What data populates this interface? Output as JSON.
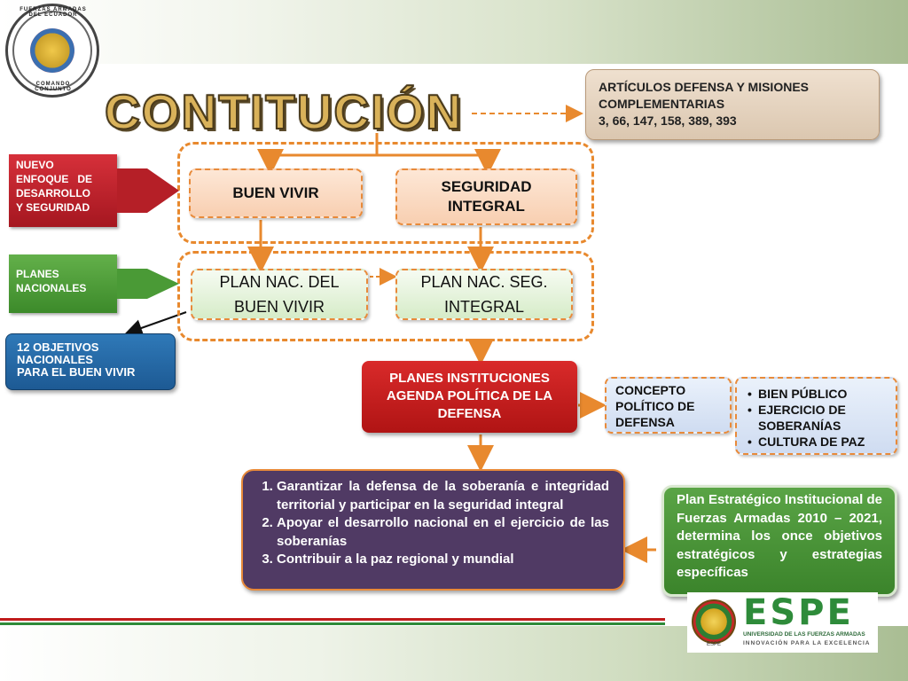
{
  "header": {
    "title": "CONTITUCIÓN",
    "logo_text_top": "FUERZAS ARMADAS DEL ECUADOR",
    "logo_text_bottom": "COMANDO CONJUNTO"
  },
  "articles_box": {
    "line1": "ARTÍCULOS DEFENSA Y MISIONES",
    "line2": "COMPLEMENTARIAS",
    "line3": "3, 66, 147, 158, 389, 393"
  },
  "side_tags": {
    "nuevo_enfoque": [
      "NUEVO",
      "ENFOQUE   DE",
      "DESARROLLO",
      "Y SEGURIDAD"
    ],
    "planes_nacionales": [
      "PLANES",
      "NACIONALES"
    ],
    "objetivos": [
      "12 OBJETIVOS",
      "NACIONALES",
      "PARA EL BUEN VIVIR"
    ]
  },
  "nodes": {
    "buen_vivir": "BUEN VIVIR",
    "seguridad_integral": [
      "SEGURIDAD",
      "INTEGRAL"
    ],
    "plan_buen_vivir": [
      "PLAN  NAC. DEL",
      "BUEN VIVIR"
    ],
    "plan_seg_integral": [
      "PLAN  NAC. SEG.",
      "INTEGRAL"
    ],
    "planes_instituciones": [
      "PLANES INSTITUCIONES",
      "AGENDA POLÍTICA DE LA",
      "DEFENSA"
    ],
    "concepto": [
      "CONCEPTO",
      "POLÍTICO DE",
      "DEFENSA"
    ]
  },
  "bullet_list": [
    "BIEN PÚBLICO",
    "EJERCICIO DE SOBERANÍAS",
    "CULTURA DE PAZ"
  ],
  "objectives": [
    "Garantizar la defensa de la soberanía e integridad territorial y participar en la seguridad integral",
    "Apoyar el desarrollo nacional  en el ejercicio de las soberanías",
    "Contribuir a la paz regional y mundial"
  ],
  "plan_estrategico": "Plan Estratégico Institucional de Fuerzas Armadas 2010 – 2021, determina los once objetivos estratégicos y estrategias específicas",
  "espe": {
    "name": "ESPE",
    "line1": "UNIVERSIDAD DE LAS FUERZAS ARMADAS",
    "line2": "INNOVACIÓN PARA LA EXCELENCIA",
    "emblem_label": "ESPE"
  },
  "colors": {
    "accent_orange": "#e8892e",
    "red": "#c21e2a",
    "green": "#4b9a3a",
    "blue": "#1d5a94",
    "purple": "#503a64"
  }
}
